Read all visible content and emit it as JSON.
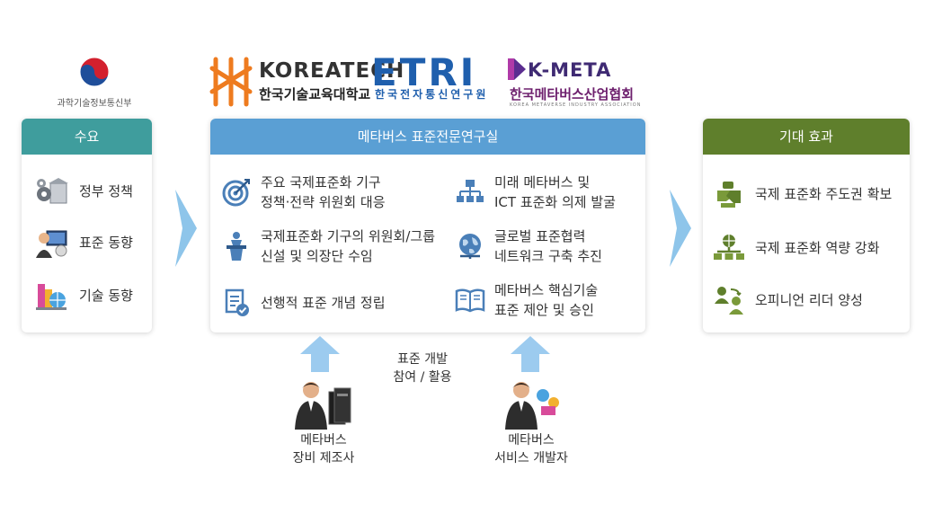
{
  "logos": {
    "gov_caption": "과학기술정보통신부",
    "koreatech_name": "KOREATECH",
    "koreatech_sub": "한국기술교육대학교",
    "etri_name": "ETRI",
    "etri_sub": "한국전자통신연구원",
    "kmeta_name": "K-META",
    "kmeta_sub": "한국메타버스산업협회",
    "kmeta_eng": "KOREA METAVERSE INDUSTRY ASSOCIATION"
  },
  "demand": {
    "title": "수요",
    "items": [
      {
        "label": "정부 정책",
        "icon": "gears-building-icon"
      },
      {
        "label": "표준 동향",
        "icon": "person-monitor-icon"
      },
      {
        "label": "기술 동향",
        "icon": "tech-globe-icon"
      }
    ]
  },
  "center": {
    "title": "메타버스 표준전문연구실",
    "items": [
      {
        "line1": "주요 국제표준화 기구",
        "line2": "정책·전략 위원회 대응",
        "icon": "target-icon"
      },
      {
        "line1": "미래 메타버스 및",
        "line2": "ICT 표준화 의제 발굴",
        "icon": "hierarchy-icon"
      },
      {
        "line1": "국제표준화 기구의 위원회/그룹",
        "line2": "신설 및 의장단 수임",
        "icon": "podium-speaker-icon"
      },
      {
        "line1": "글로벌 표준협력",
        "line2": "네트워크 구축 추진",
        "icon": "globe-icon"
      },
      {
        "line1": "선행적 표준 개념 정립",
        "line2": "",
        "icon": "document-check-icon"
      },
      {
        "line1": "메타버스 핵심기술",
        "line2": "표준 제안 및 승인",
        "icon": "book-icon"
      }
    ]
  },
  "effect": {
    "title": "기대 효과",
    "items": [
      {
        "label": "국제 표준화 주도권 확보",
        "icon": "handshake-icon"
      },
      {
        "label": "국제 표준화 역량 강화",
        "icon": "network-icon"
      },
      {
        "label": "오피니언 리더 양성",
        "icon": "leaders-icon"
      }
    ]
  },
  "bottom": {
    "middle_line1": "표준 개발",
    "middle_line2": "참여 / 활용",
    "left_line1": "메타버스",
    "left_line2": "장비 제조사",
    "right_line1": "메타버스",
    "right_line2": "서비스 개발자"
  },
  "colors": {
    "demand_header": "#3f9d9d",
    "center_header": "#5a9fd4",
    "effect_header": "#5f7f2c",
    "arrow": "#7fb8e3"
  }
}
